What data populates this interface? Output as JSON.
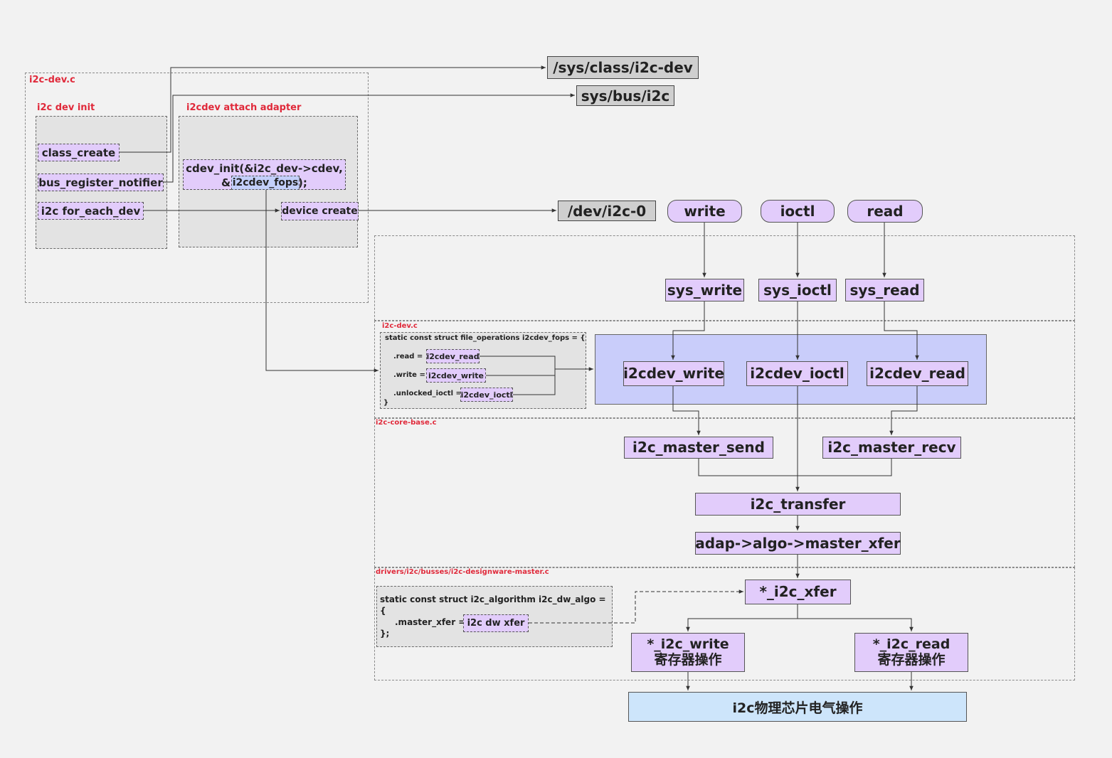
{
  "regions": {
    "i2c_dev_c_top": "i2c-dev.c",
    "i2c_dev_init": "i2c dev init",
    "i2cdev_attach_adapter": "i2cdev attach adapter",
    "i2c_dev_c_lower": "i2c-dev.c",
    "i2c_core_base_c": "i2c-core-base.c",
    "designware_master_c": "drivers/i2c/busses/i2c-designware-master.c"
  },
  "init_calls": {
    "class_create": "class_create",
    "bus_register_notifier": "bus_register_notifier",
    "i2c_for_each_dev": "i2c for_each_dev"
  },
  "attach": {
    "cdev_init_line1": "cdev_init(&i2c_dev->cdev,",
    "cdev_init_amp": "&",
    "cdev_init_fops": "i2cdev_fops",
    "cdev_init_tail": ");",
    "device_create": "device create"
  },
  "sysfs": {
    "sys_class": "/sys/class/i2c-dev",
    "sys_bus": "sys/bus/i2c",
    "dev_node": "/dev/i2c-0"
  },
  "userspace": {
    "write": "write",
    "ioctl": "ioctl",
    "read": "read"
  },
  "syscalls": {
    "sys_write": "sys_write",
    "sys_ioctl": "sys_ioctl",
    "sys_read": "sys_read"
  },
  "fops_code": {
    "header": "static const struct file_operations i2cdev_fops = {",
    "read_key": ".read  =",
    "read_val": "i2cdev_read",
    "write_key": ".write  =",
    "write_val": "i2cdev_write",
    "ioctl_key": ".unlocked_ioctl =",
    "ioctl_val": "i2cdev_ioctl",
    "close": "}"
  },
  "driver_funcs": {
    "i2cdev_write": "i2cdev_write",
    "i2cdev_ioctl": "i2cdev_ioctl",
    "i2cdev_read": "i2cdev_read"
  },
  "core": {
    "master_send": "i2c_master_send",
    "master_recv": "i2c_master_recv",
    "transfer": "i2c_transfer",
    "master_xfer": "adap->algo->master_xfer"
  },
  "algo_code": {
    "header": "static const struct i2c_algorithm i2c_dw_algo =",
    "open": "{",
    "key": ".master_xfer =",
    "val": "i2c dw xfer",
    "close": "};"
  },
  "dw": {
    "xfer": "*_i2c_xfer",
    "write_line1": "*_i2c_write",
    "write_line2": "寄存器操作",
    "read_line1": "*_i2c_read",
    "read_line2": "寄存器操作"
  },
  "hardware": {
    "label": "i2c物理芯片电气操作"
  }
}
